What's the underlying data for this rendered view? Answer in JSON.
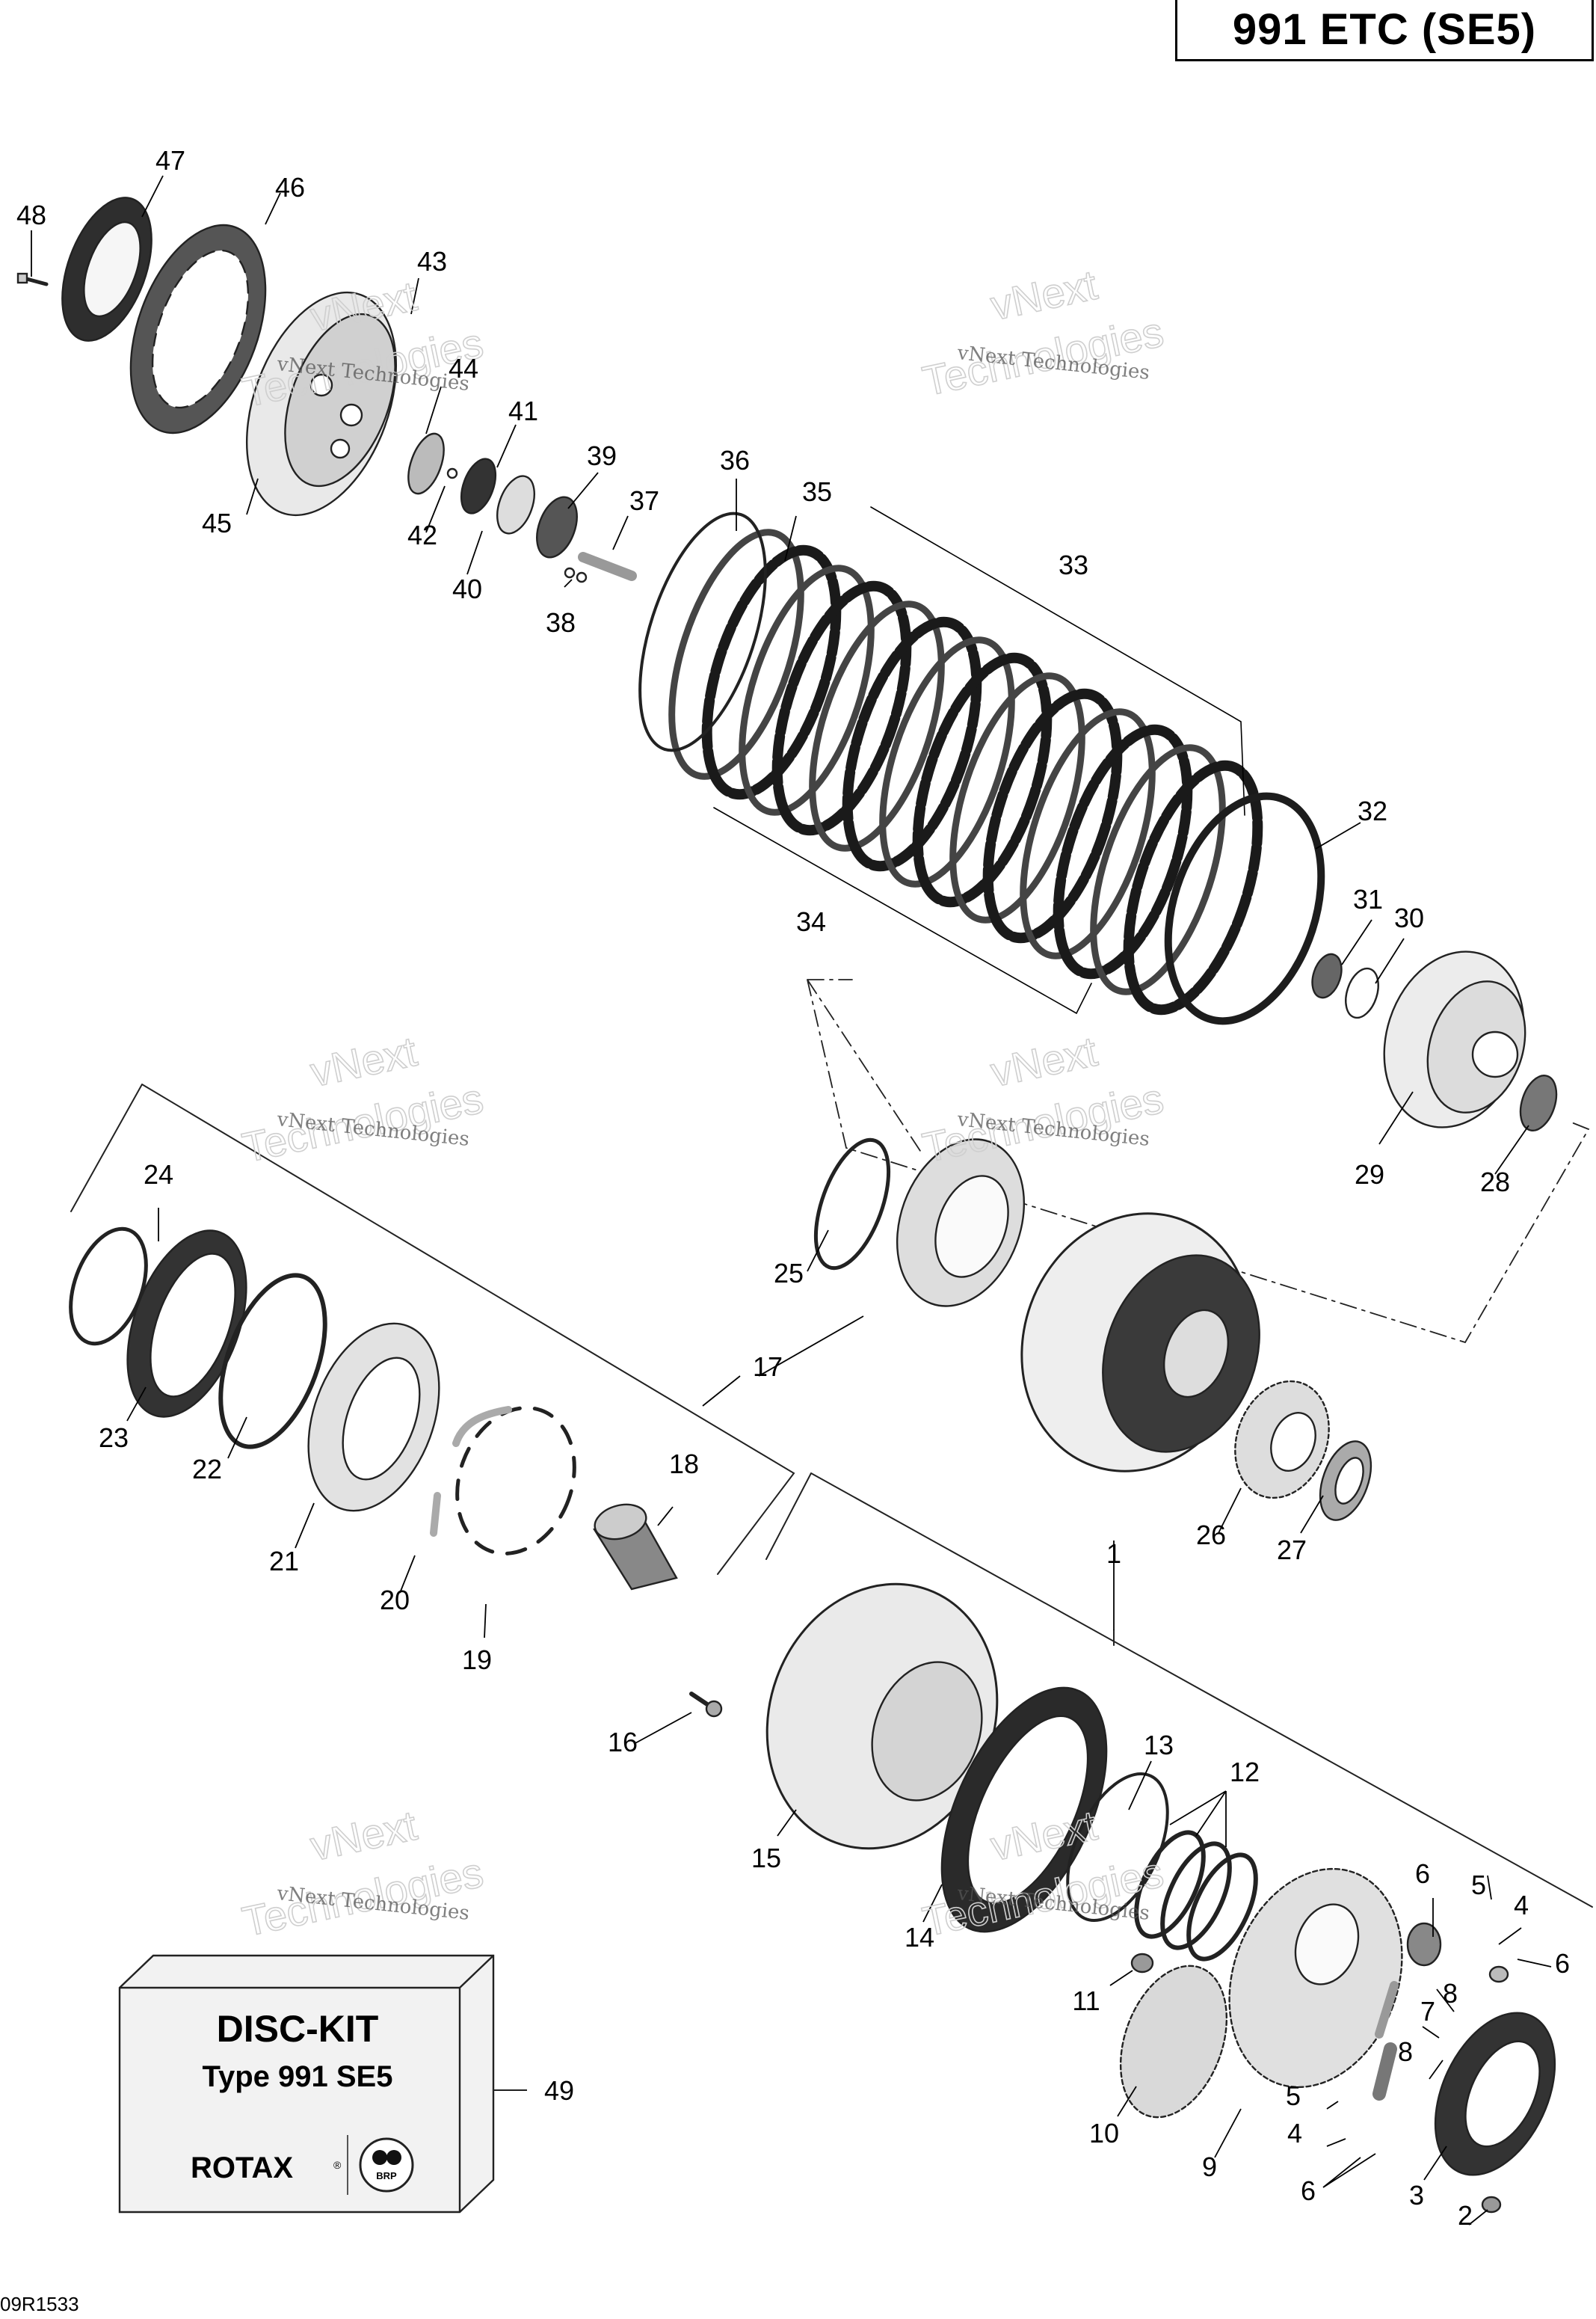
{
  "title": "991 ETC (SE5)",
  "reference_code": "09R1533",
  "watermark": {
    "line1": "vNext Technologies",
    "line2": "vNext",
    "line3": "Technologies"
  },
  "kit_box": {
    "title": "DISC-KIT",
    "subtitle": "Type 991 SE5",
    "brand": "ROTAX",
    "brand_mark": "®",
    "logo_text": "BRP"
  },
  "callouts": [
    "48",
    "47",
    "46",
    "43",
    "44",
    "45",
    "41",
    "42",
    "40",
    "39",
    "38",
    "37",
    "36",
    "35",
    "33",
    "34",
    "32",
    "31",
    "30",
    "29",
    "28",
    "24",
    "25",
    "17",
    "23",
    "22",
    "21",
    "20",
    "19",
    "18",
    "1",
    "26",
    "27",
    "16",
    "15",
    "14",
    "13",
    "12",
    "11",
    "10",
    "9",
    "8",
    "8",
    "7",
    "6",
    "6",
    "6",
    "5",
    "5",
    "4",
    "4",
    "3",
    "2",
    "49"
  ]
}
